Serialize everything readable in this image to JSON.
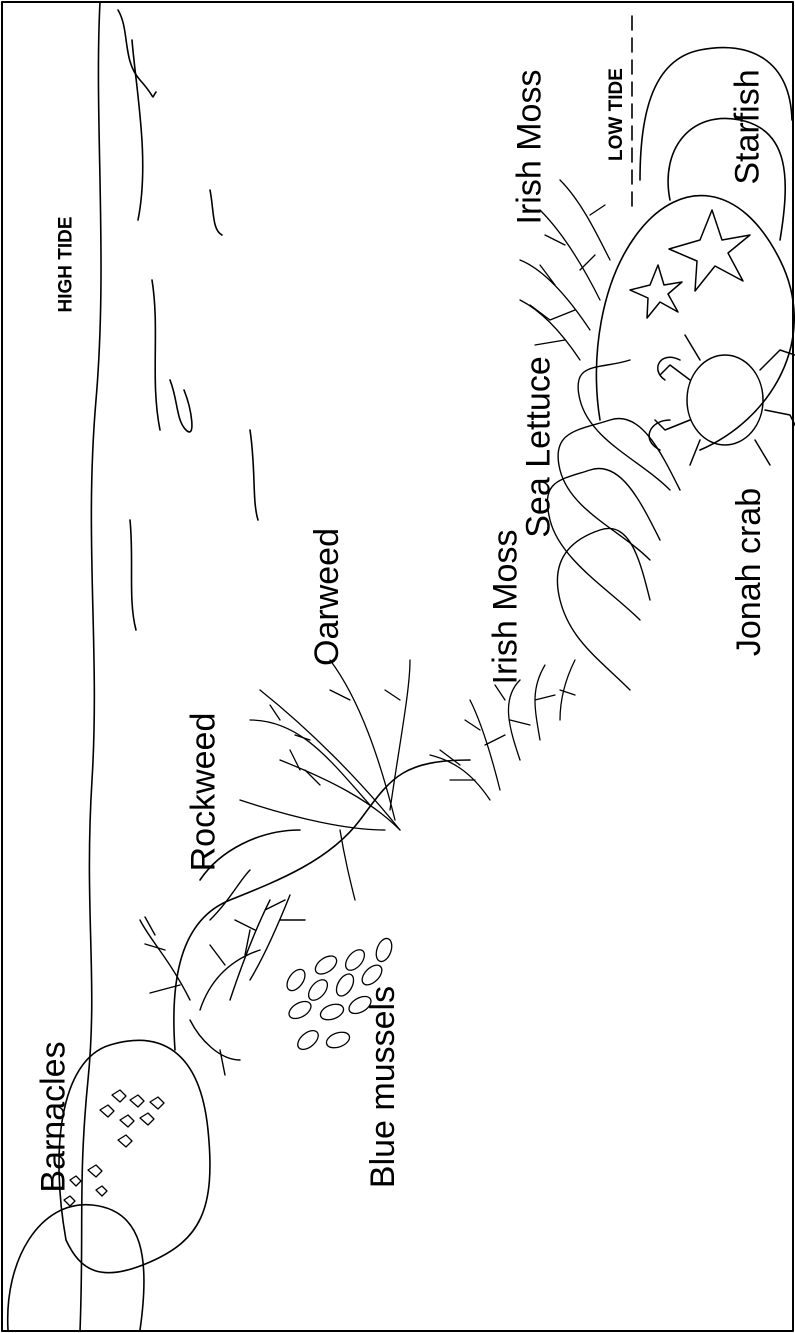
{
  "colors": {
    "ink": "#000000",
    "paper": "#ffffff"
  },
  "tide_labels": {
    "high": "HIGH TIDE",
    "low": "LOW TIDE"
  },
  "species_labels": {
    "barnacles": "Barnacles",
    "blue_mussels": "Blue mussels",
    "rockweed": "Rockweed",
    "oarweed": "Oarweed",
    "irish_moss_mid": "Irish Moss",
    "sea_lettuce": "Sea Lettuce",
    "irish_moss_upper": "Irish Moss",
    "jonah_crab": "Jonah crab",
    "starfish": "Starfish"
  }
}
